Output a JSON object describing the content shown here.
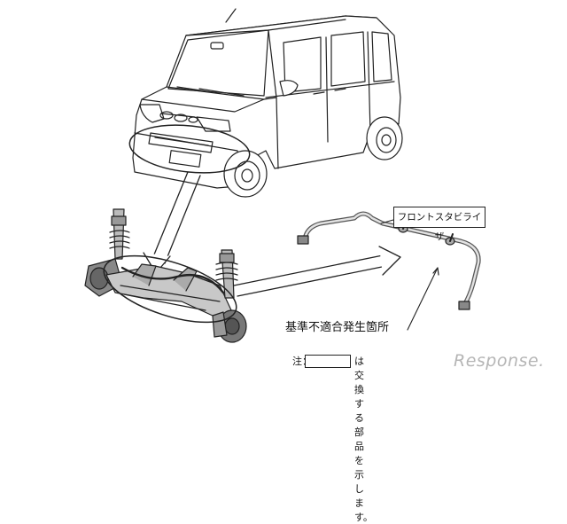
{
  "labels": {
    "part_name": "フロントスタビライザ",
    "defect_location": "基準不適合発生箇所",
    "note_prefix": "注：",
    "note_text": "は交換する部品を示します。"
  },
  "watermark": "Response.",
  "colors": {
    "line": "#222222",
    "part_fill": "#d0d0d0",
    "bg": "#ffffff"
  }
}
